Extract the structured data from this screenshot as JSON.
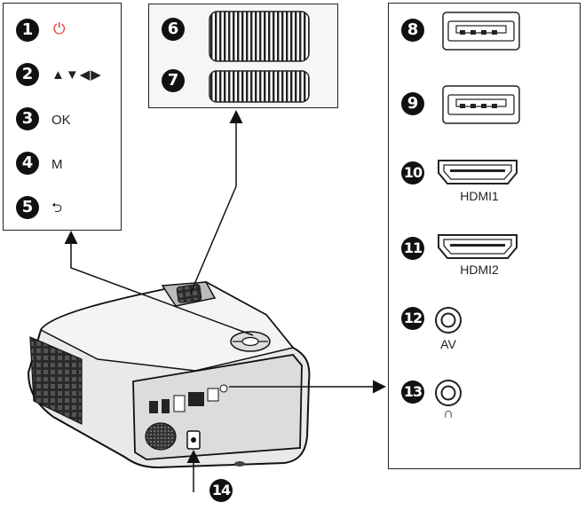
{
  "control_panel": {
    "items": [
      {
        "number": "1",
        "label": "⏻"
      },
      {
        "number": "2",
        "label": "▲▼◀▶"
      },
      {
        "number": "3",
        "label": "OK"
      },
      {
        "number": "4",
        "label": "M"
      },
      {
        "number": "5",
        "label": "⮌"
      }
    ]
  },
  "focus_panel": {
    "items": [
      {
        "number": "6"
      },
      {
        "number": "7"
      }
    ]
  },
  "port_panel": {
    "items": [
      {
        "number": "8",
        "caption": ""
      },
      {
        "number": "9",
        "caption": ""
      },
      {
        "number": "10",
        "caption": "HDMI1"
      },
      {
        "number": "11",
        "caption": "HDMI2"
      },
      {
        "number": "12",
        "caption": "AV"
      },
      {
        "number": "13",
        "caption": "∩"
      }
    ]
  },
  "power_port": {
    "number": "14"
  },
  "colors": {
    "power_icon": "#dd3333",
    "line": "#111111"
  }
}
